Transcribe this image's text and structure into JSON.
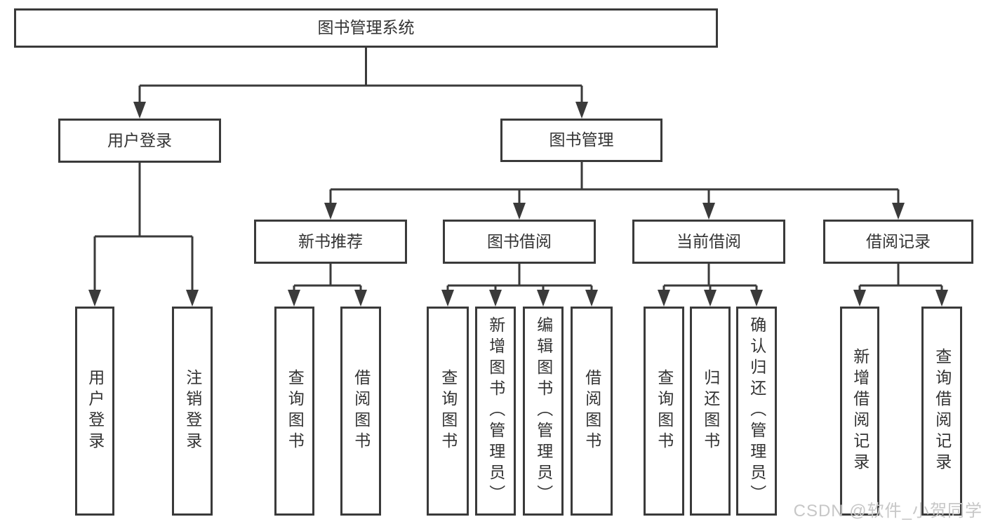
{
  "nodes": {
    "root": "图书管理系统",
    "level2": [
      "用户登录",
      "图书管理"
    ],
    "level3": [
      "新书推荐",
      "图书借阅",
      "当前借阅",
      "借阅记录"
    ],
    "leaves": {
      "user_login": [
        "用户登录",
        "注销登录"
      ],
      "new_book": [
        "查询图书",
        "借阅图书"
      ],
      "book_borrow": [
        "查询图书",
        "新增图书（管理员）",
        "编辑图书（管理员）",
        "借阅图书"
      ],
      "current_borrow": [
        "查询图书",
        "归还图书",
        "确认归还（管理员）"
      ],
      "borrow_records": [
        "新增借阅记录",
        "查询借阅记录"
      ]
    }
  },
  "watermark": "CSDN @软件_小贺同学",
  "colors": {
    "line": "#3a3a3a",
    "text": "#333333",
    "watermark": "#c7c7c7",
    "background": "#ffffff"
  }
}
